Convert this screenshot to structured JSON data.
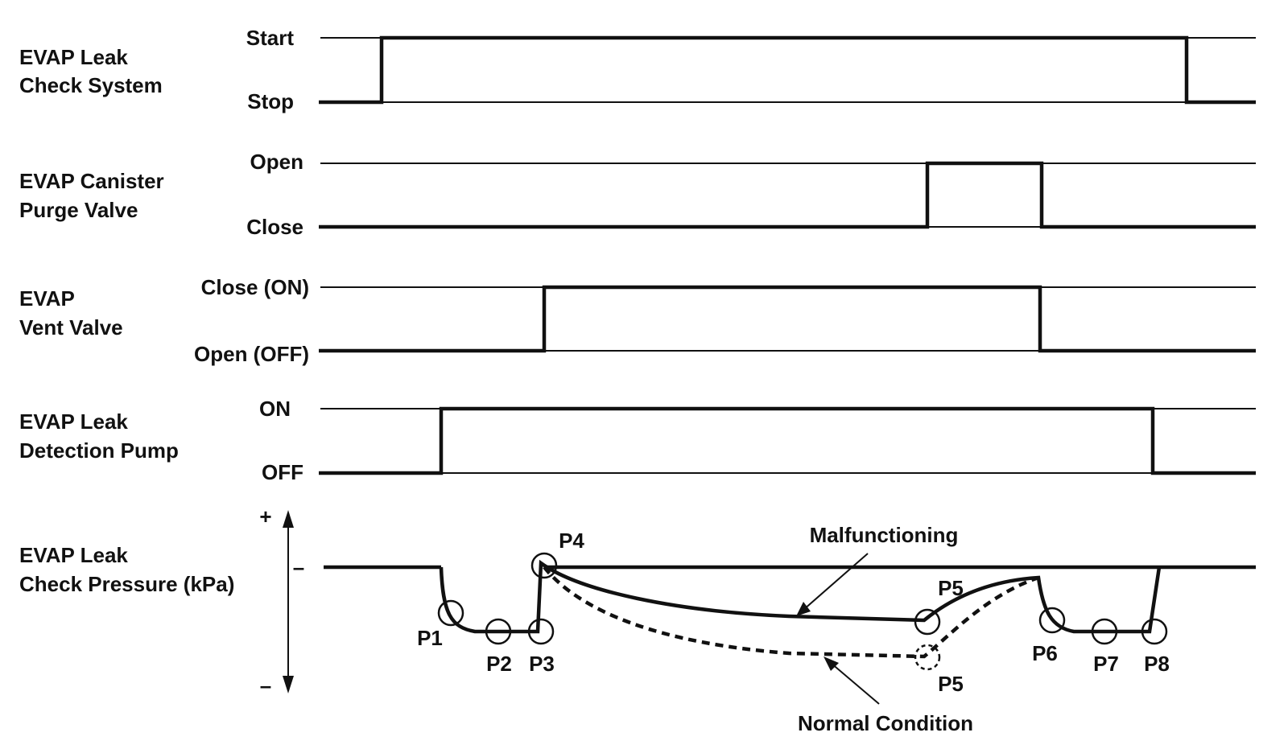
{
  "signals": [
    {
      "label_lines": [
        "EVAP Leak",
        "Check System"
      ],
      "high": "Start",
      "low": "Stop"
    },
    {
      "label_lines": [
        "EVAP Canister",
        "Purge Valve"
      ],
      "high": "Open",
      "low": "Close"
    },
    {
      "label_lines": [
        "EVAP",
        "Vent Valve"
      ],
      "high": "Close (ON)",
      "low": "Open (OFF)"
    },
    {
      "label_lines": [
        "EVAP Leak",
        "Detection Pump"
      ],
      "high": "ON",
      "low": "OFF"
    }
  ],
  "pressure": {
    "label_lines": [
      "EVAP Leak",
      "Check Pressure (kPa)"
    ],
    "plus": "+",
    "minus": "–",
    "tick": "–",
    "points": [
      "P1",
      "P2",
      "P3",
      "P4",
      "P5",
      "P5",
      "P6",
      "P7",
      "P8"
    ],
    "malfunction_label": "Malfunctioning",
    "normal_label": "Normal Condition"
  },
  "colors": {
    "ink": "#111111",
    "background": "#ffffff"
  }
}
